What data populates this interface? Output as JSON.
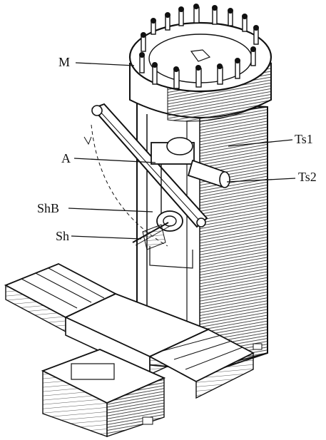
{
  "labels": {
    "m": "M",
    "ts1": "Ts1",
    "a": "A",
    "ts2": "Ts2",
    "shb": "ShB",
    "sh": "Sh"
  },
  "colors": {
    "ink": "#111111",
    "paper": "#ffffff",
    "shade": "#3a3a3a"
  }
}
